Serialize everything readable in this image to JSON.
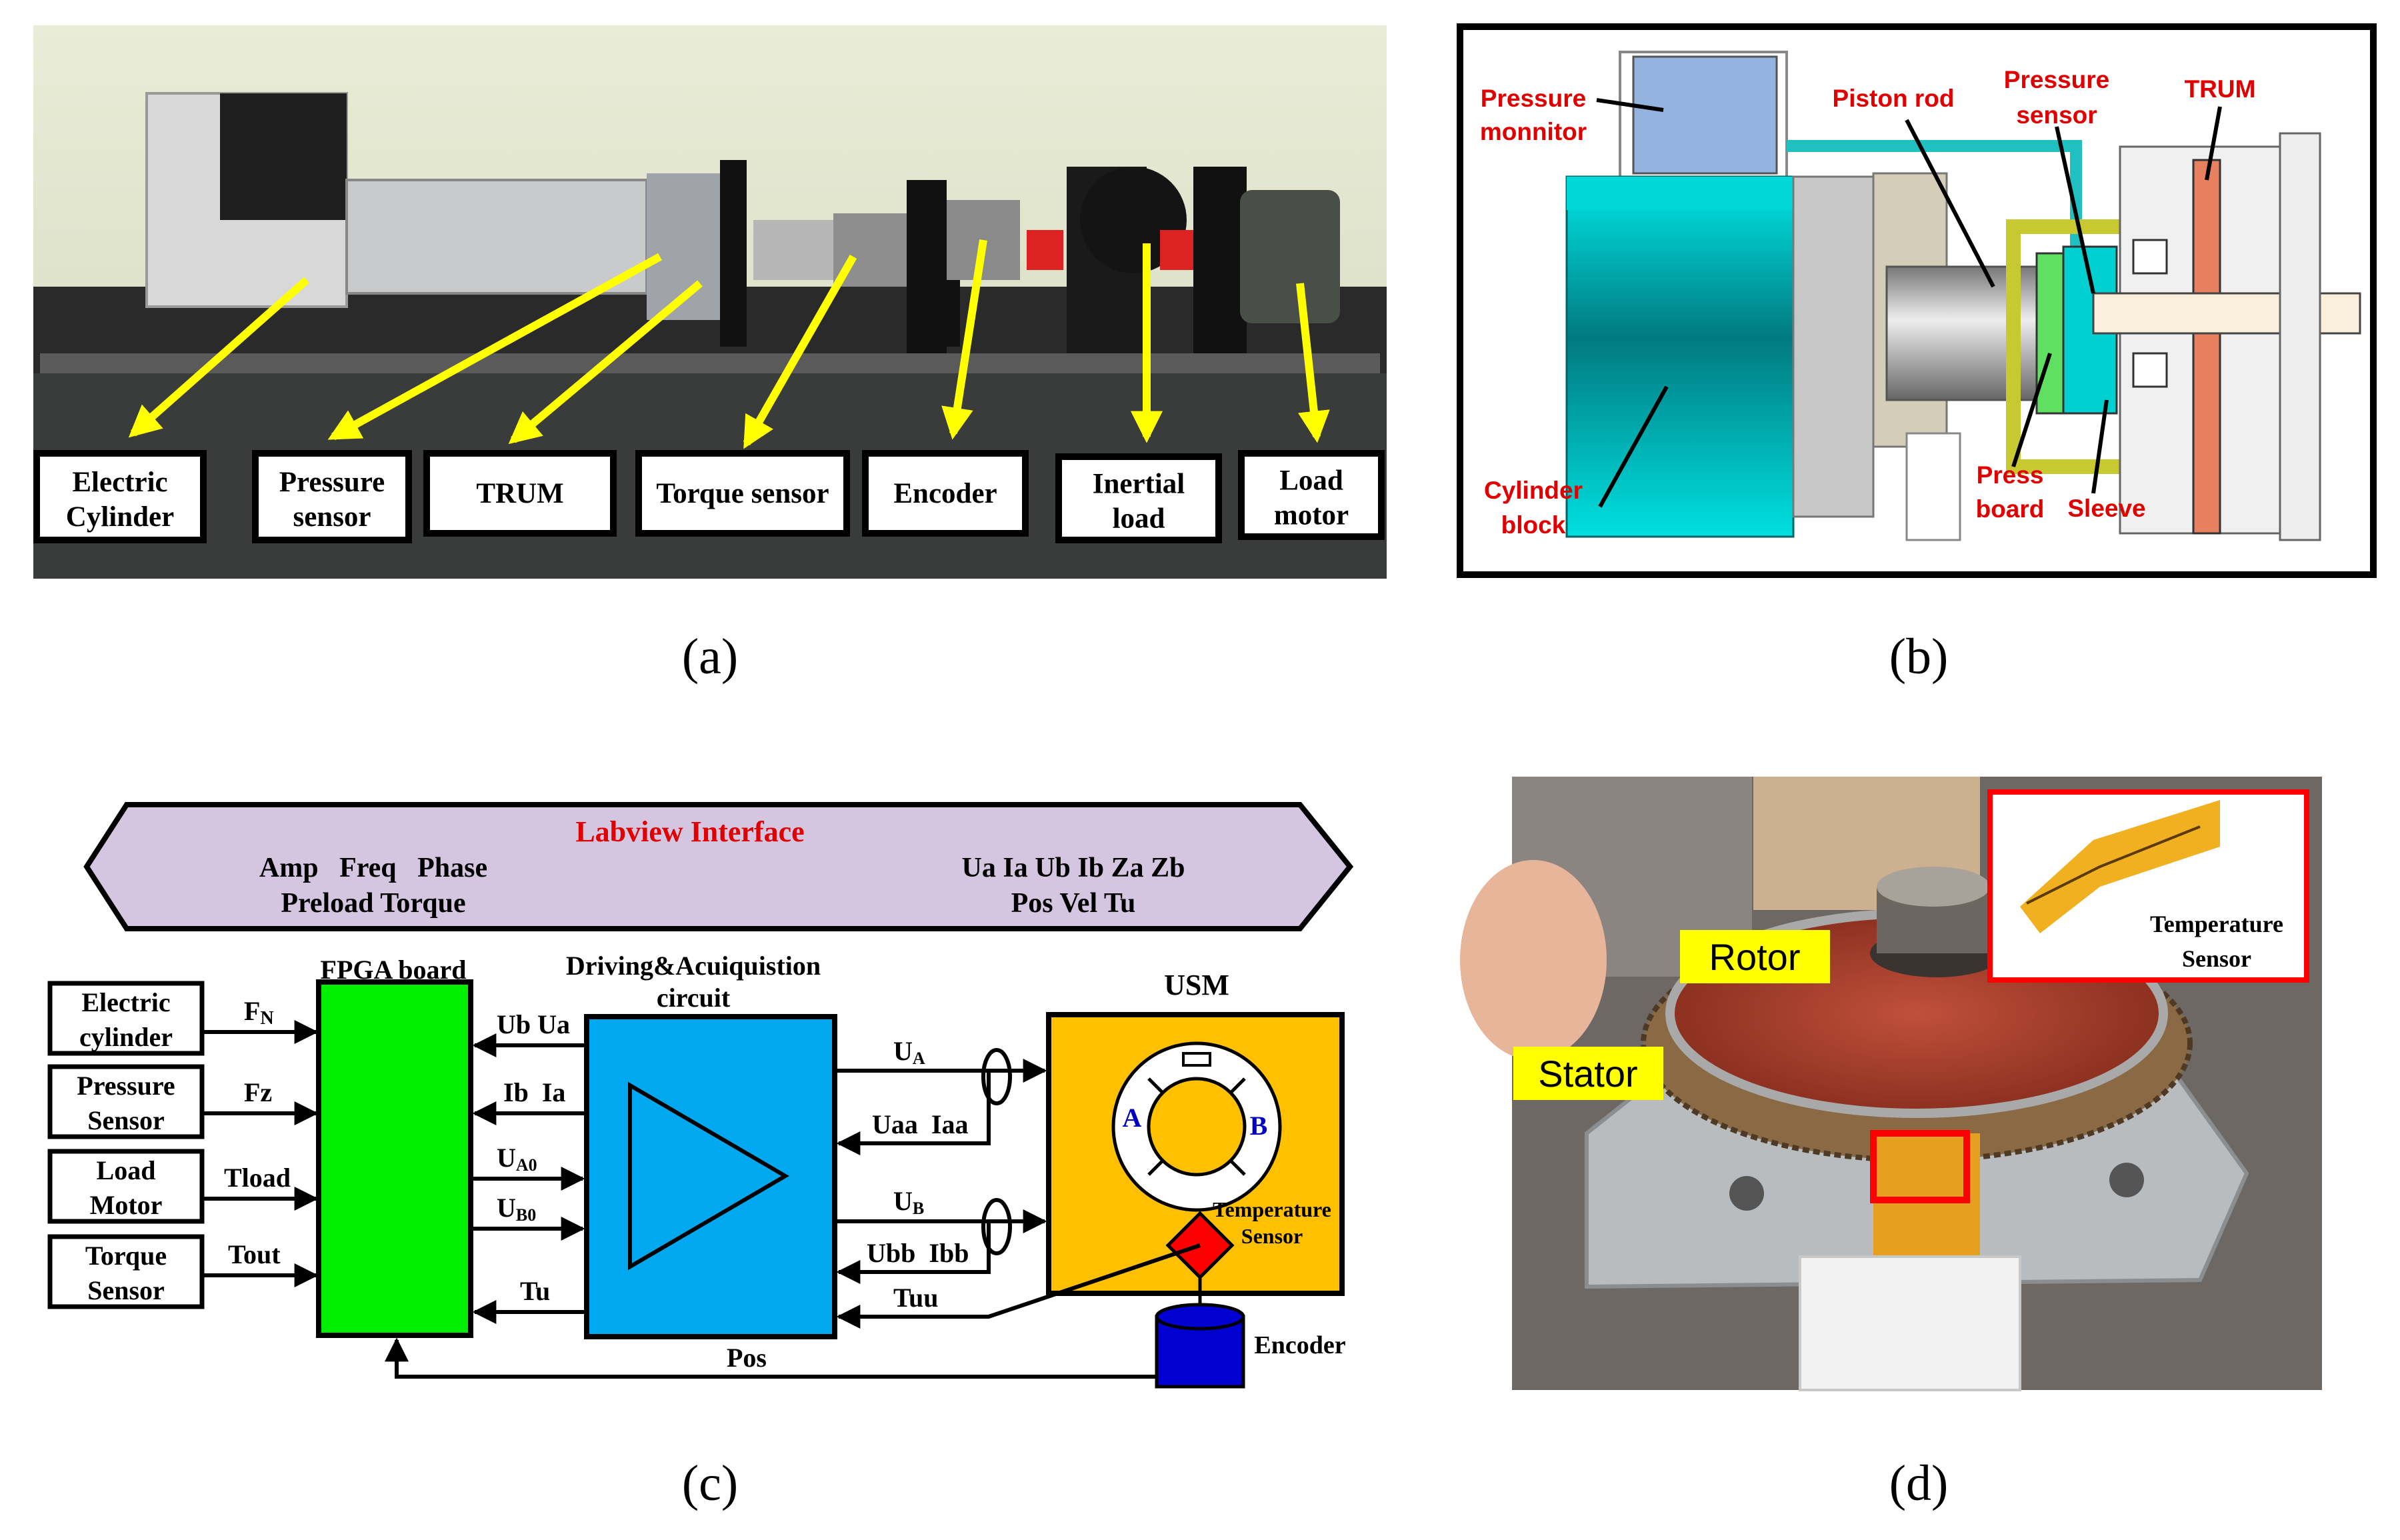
{
  "panel_a": {
    "caption": "(a)",
    "labels": [
      {
        "line1": "Electric",
        "line2": "Cylinder"
      },
      {
        "line1": "Pressure",
        "line2": "sensor"
      },
      {
        "line1": "TRUM",
        "line2": ""
      },
      {
        "line1": "Torque sensor",
        "line2": ""
      },
      {
        "line1": "Encoder",
        "line2": ""
      },
      {
        "line1": "Inertial",
        "line2": "load"
      },
      {
        "line1": "Load",
        "line2": "motor"
      }
    ]
  },
  "panel_b": {
    "caption": "(b)",
    "labels": {
      "pressure_monitor_1": "Pressure",
      "pressure_monitor_2": "monnitor",
      "piston_rod": "Piston rod",
      "pressure_sensor_1": "Pressure",
      "pressure_sensor_2": "sensor",
      "trum": "TRUM",
      "cylinder_block_1": "Cylinder",
      "cylinder_block_2": "block",
      "press_board_1": "Press",
      "press_board_2": "board",
      "sleeve": "Sleeve"
    }
  },
  "panel_c": {
    "caption": "(c)",
    "banner_title": "Labview Interface",
    "banner_left_1": "Amp   Freq   Phase",
    "banner_left_2": "Preload Torque",
    "banner_right_1": "Ua Ia Ub Ib Za Zb",
    "banner_right_2": "Pos Vel Tu",
    "fpga_label": "FPGA board",
    "driving_label_1": "Driving&Acuiquistion",
    "driving_label_2": "circuit",
    "usm_label": "USM",
    "left_boxes": [
      {
        "line1": "Electric",
        "line2": "cylinder",
        "signal": "F",
        "sub": "N"
      },
      {
        "line1": "Pressure",
        "line2": "Sensor",
        "signal": "Fz",
        "sub": ""
      },
      {
        "line1": "Load",
        "line2": "Motor",
        "signal": "Tload",
        "sub": ""
      },
      {
        "line1": "Torque",
        "line2": "Sensor",
        "signal": "Tout",
        "sub": ""
      }
    ],
    "mid_signals": {
      "ub_ua": "Ub Ua",
      "ib_ia": "Ib  Ia",
      "ua0": "U",
      "ua0_sub": "A0",
      "ub0": "U",
      "ub0_sub": "B0",
      "tu": "Tu"
    },
    "right_signals": {
      "ua": "U",
      "ua_sub": "A",
      "uaa_iaa": "Uaa  Iaa",
      "ub": "U",
      "ub_sub": "B",
      "ubb_ibb": "Ubb  Ibb",
      "tuu": "Tuu"
    },
    "pos": "Pos",
    "motor_a": "A",
    "motor_b": "B",
    "temp_sensor_1": "Temperature",
    "temp_sensor_2": "Sensor",
    "encoder": "Encoder"
  },
  "panel_d": {
    "caption": "(d)",
    "rotor": "Rotor",
    "stator": "Stator",
    "inset_1": "Temperature",
    "inset_2": "Sensor"
  },
  "colors": {
    "arrow_yellow": "#FFFF00",
    "label_red": "#E00000",
    "fpga_green": "#00EE00",
    "driver_blue": "#00A8F0",
    "usm_orange": "#FFC000",
    "banner_lilac": "#D4C6E0",
    "encoder_blue": "#0000D0",
    "cylinder_cyan": "#00D0D0"
  }
}
